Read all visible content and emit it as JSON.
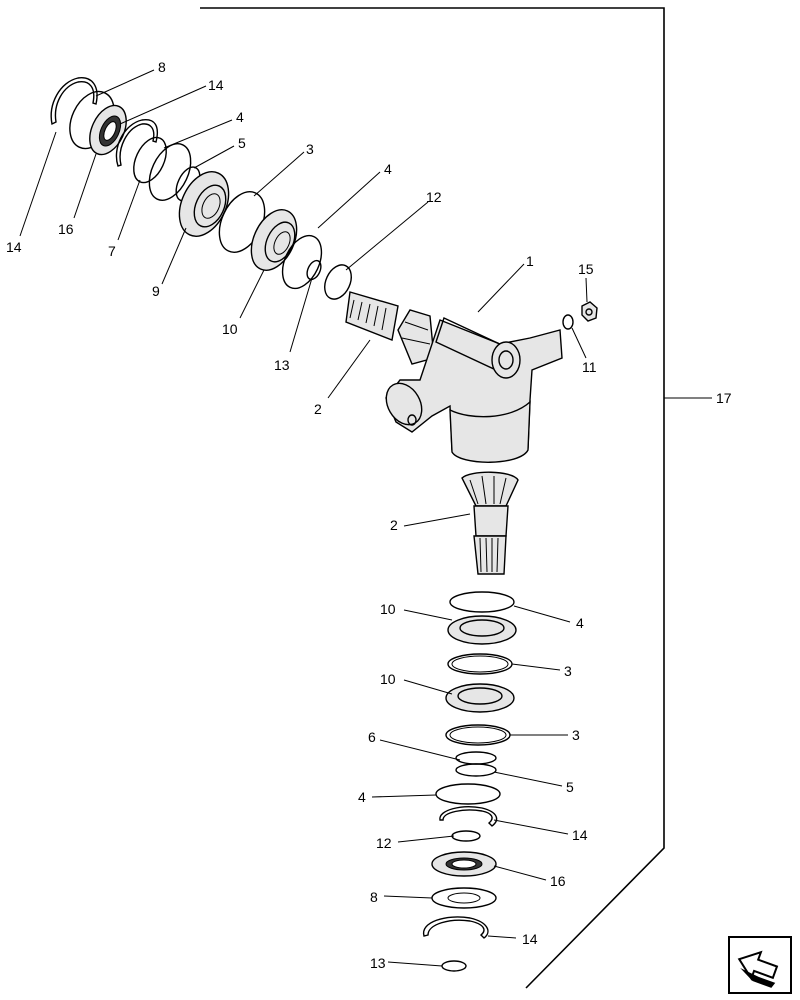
{
  "callouts": {
    "c8a": "8",
    "c14a": "14",
    "c4a": "4",
    "c5a": "5",
    "c3a": "3",
    "c4b": "4",
    "c12a": "12",
    "c14b": "14",
    "c16a": "16",
    "c7": "7",
    "c9": "9",
    "c10a": "10",
    "c13a": "13",
    "c2a": "2",
    "c1": "1",
    "c15": "15",
    "c11": "11",
    "c17": "17",
    "c2b": "2",
    "c10b": "10",
    "c4c": "4",
    "c3b": "3",
    "c10c": "10",
    "c3c": "3",
    "c6": "6",
    "c5b": "5",
    "c4d": "4",
    "c14c": "14",
    "c12b": "12",
    "c16b": "16",
    "c8b": "8",
    "c14d": "14",
    "c13b": "13"
  },
  "nav": {
    "icon": "next-page-arrow-icon"
  }
}
